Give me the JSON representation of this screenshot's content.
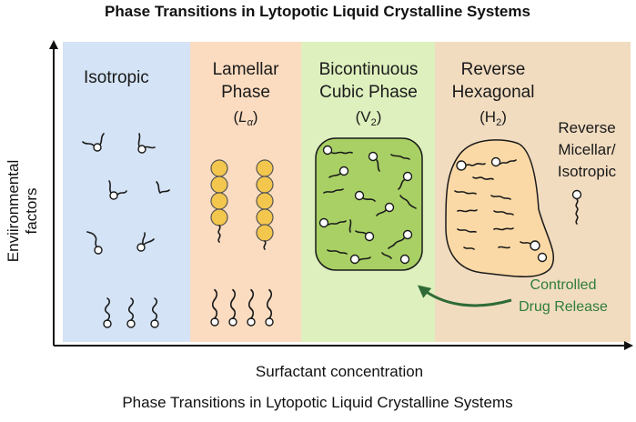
{
  "title": "Phase Transitions in Lytopotic Liquid Crystalline Systems",
  "caption": "Phase Transitions in Lytopotic Liquid Crystalline Systems",
  "axes": {
    "x_label": "Surfactant concentration",
    "y_label_line1": "Enviironmental",
    "y_label_line2": "factors"
  },
  "phases": {
    "isotropic": {
      "name": "Isotropic",
      "color": "#d4e3f5"
    },
    "lamellar": {
      "line1": "Lamellar",
      "line2": "Phase",
      "symbol": "L",
      "subscript": "α",
      "color": "#fbdcc0"
    },
    "cubic": {
      "line1": "Bicontinuous",
      "line2": "Cubic Phase",
      "symbol": "V",
      "subscript": "2",
      "color": "#def0be",
      "fill_color": "#a8d064"
    },
    "hexagonal": {
      "line1": "Reverse",
      "line2": "Hexagonal",
      "symbol": "H",
      "subscript": "2",
      "color": "#f1dcc0",
      "blob_color": "#fbd9a6"
    },
    "micellar": {
      "line1": "Reverse",
      "line2": "Micellar/",
      "line3": "Isotropic"
    }
  },
  "annotation": {
    "line1": "Controlled",
    "line2": "Drug Release",
    "color": "#2f7d3a"
  }
}
